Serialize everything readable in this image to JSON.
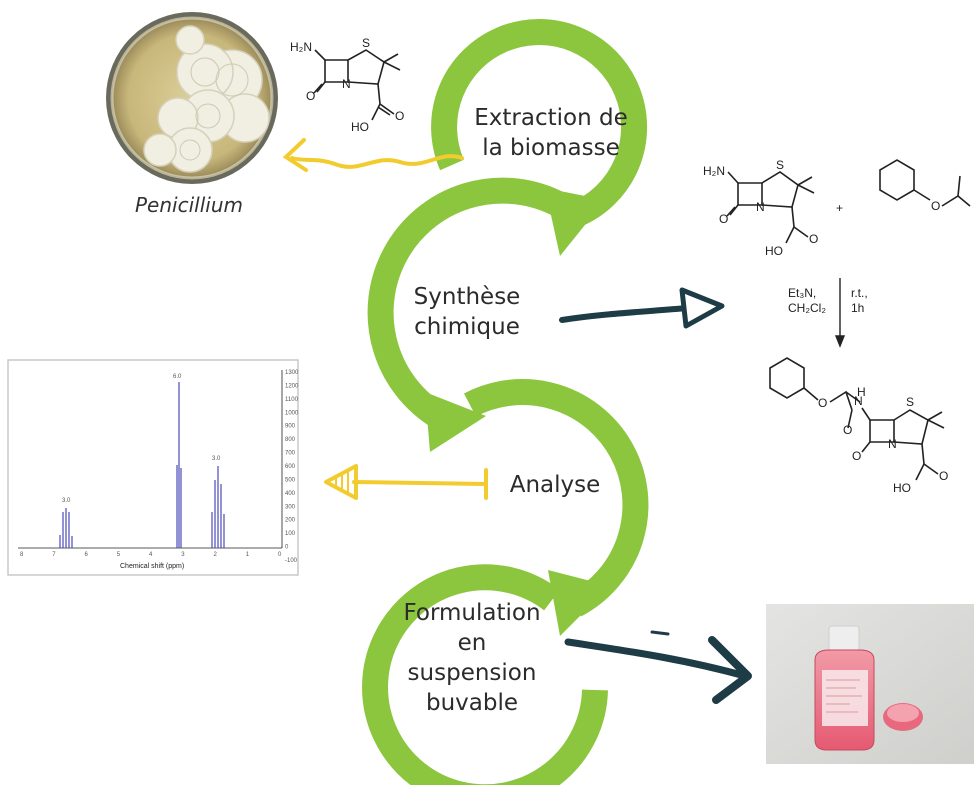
{
  "steps": [
    {
      "id": "extraction",
      "lines": [
        "Extraction de",
        "la biomasse"
      ]
    },
    {
      "id": "synthese",
      "lines": [
        "Synthèse",
        "chimique"
      ]
    },
    {
      "id": "analyse",
      "lines": [
        "Analyse"
      ]
    },
    {
      "id": "formulation",
      "lines": [
        "Formulation",
        "en",
        "suspension",
        "buvable"
      ]
    }
  ],
  "penicillium": {
    "caption": "Penicillium"
  },
  "chemistry": {
    "amine": "H₂N",
    "sulfur": "S",
    "nitrogen": "N",
    "oxygen": "O",
    "hydroxyl": "HO",
    "nh": "H",
    "plus": "+",
    "reagent_left_1": "Et₃N,",
    "reagent_left_2": "CH₂Cl₂",
    "reagent_right_1": "r.t.,",
    "reagent_right_2": "1h"
  },
  "nmr": {
    "xlabel": "Chemical shift (ppm)",
    "peak_labels": [
      "3.0",
      "6.0",
      "3.0"
    ],
    "y_ticks": [
      "1300",
      "1200",
      "1100",
      "1000",
      "900",
      "800",
      "700",
      "600",
      "500",
      "400",
      "300",
      "200",
      "100",
      "0",
      "-100"
    ],
    "x_ticks": [
      "8",
      "7",
      "6",
      "5",
      "4",
      "3",
      "2",
      "1",
      "0"
    ]
  },
  "colors": {
    "cycle_green": "#8cc63f",
    "dark_teal": "#1e3c46",
    "yellow": "#f2cc2f",
    "bottle_pink": "#e8697e",
    "nmr_blue": "#4a4ab8"
  },
  "icons": [
    "petri-dish-icon",
    "bottle-icon",
    "nmr-spectrum-icon"
  ]
}
